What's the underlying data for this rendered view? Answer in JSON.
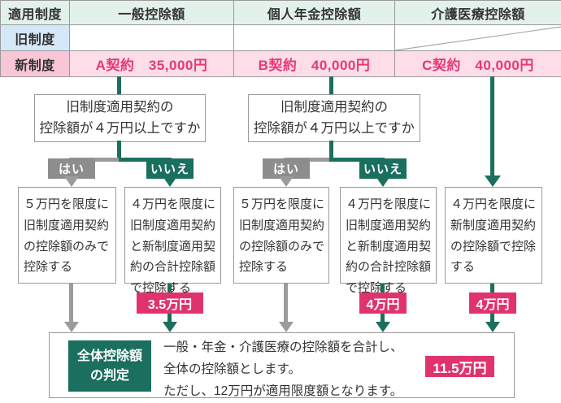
{
  "colors": {
    "teal": "#1b6f5f",
    "gray_line": "#9b9b9b",
    "gray_badge": "#8d8d8d",
    "pink_badge": "#e0336e",
    "pink_text": "#e73778",
    "header_bg": "#e2f1ea",
    "old_row_bg": "#d5e8f7",
    "new_label_bg": "#f9c6d7",
    "new_cell_bg": "#fcdde8"
  },
  "table": {
    "headers": [
      "適用制度",
      "一般控除額",
      "個人年金控除額",
      "介護医療控除額"
    ],
    "old_row_label": "旧制度",
    "new_row_label": "新制度",
    "new_values": [
      "A契約　35,000円",
      "B契約　40,000円",
      "C契約　40,000円"
    ]
  },
  "flow": {
    "question_line1": "旧制度適用契約の",
    "question_line2": "控除額が４万円以上ですか",
    "yes": "はい",
    "no": "いいえ",
    "action_old_only": "５万円を限度に旧制度適用契約の控除額のみで控除する",
    "action_combined": "４万円を限度に旧制度適用契約と新制度適用契約の合計控除額で控除する",
    "action_new_only": "４万円を限度に新制度適用契約の控除額で控除する",
    "result_general": "3.5万円",
    "result_pension": "4万円",
    "result_care": "4万円"
  },
  "summary": {
    "badge_line1": "全体控除額",
    "badge_line2": "の判定",
    "line1": "一般・年金・介護医療の控除額を合計し、",
    "line2": "全体の控除額とします。",
    "line3": "ただし、12万円が適用限度額となります。",
    "total": "11.5万円"
  }
}
